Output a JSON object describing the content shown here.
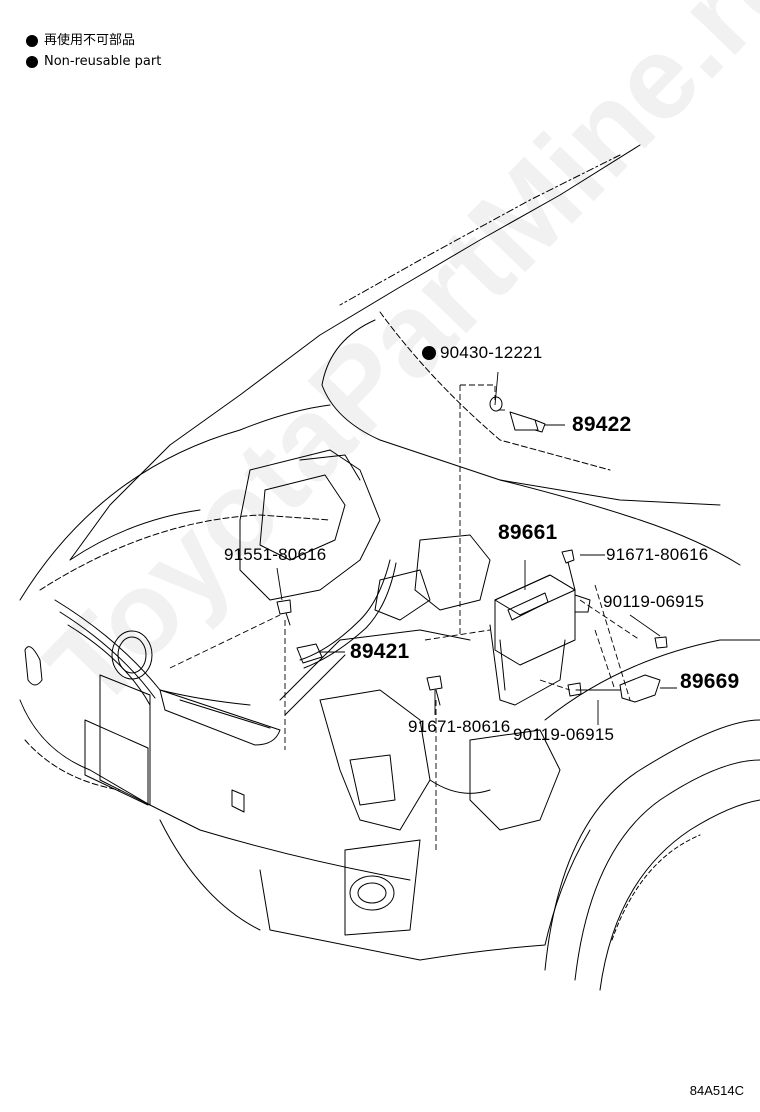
{
  "legend": {
    "jp": "再使用不可部品",
    "en": "Non-reusable part"
  },
  "parts": {
    "p90430": "90430-12221",
    "p89422": "89422",
    "p89661": "89661",
    "p91671a": "91671-80616",
    "p91551": "91551-80616",
    "p90119a": "90119-06915",
    "p89421": "89421",
    "p89669": "89669",
    "p91671b": "91671-80616",
    "p90119b": "90119-06915"
  },
  "watermark": "ToyotaPartMine.ru",
  "diagram_id": "84A514C",
  "icons": {
    "legend_marker": "filled-circle-icon",
    "non_reusable_marker": "filled-circle-icon"
  }
}
